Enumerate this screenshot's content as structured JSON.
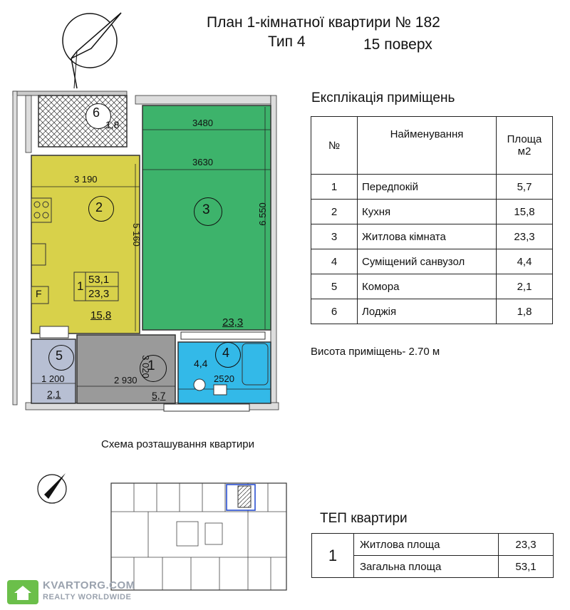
{
  "header": {
    "line1": "План 1-кімнатної квартири № 182",
    "type": "Тип 4",
    "floor": "15 поверх"
  },
  "explication": {
    "title": "Експлікація приміщень",
    "col_no": "№",
    "col_name": "Найменування",
    "col_area": "Площа м2",
    "rows": [
      {
        "no": "1",
        "name": "Передпокій",
        "area": "5,7"
      },
      {
        "no": "2",
        "name": "Кухня",
        "area": "15,8"
      },
      {
        "no": "3",
        "name": "Житлова кімната",
        "area": "23,3"
      },
      {
        "no": "4",
        "name": "Суміщений санвузол",
        "area": "4,4"
      },
      {
        "no": "5",
        "name": "Комора",
        "area": "2,1"
      },
      {
        "no": "6",
        "name": "Лоджія",
        "area": "1,8"
      }
    ]
  },
  "height_note": "Висота приміщень- 2.70 м",
  "scheme_caption": "Схема розташування квартири",
  "tep": {
    "title": "ТЕП квартири",
    "no": "1",
    "rows": [
      {
        "name": "Житлова площа",
        "value": "23,3"
      },
      {
        "name": "Загальна площа",
        "value": "53,1"
      }
    ]
  },
  "plan": {
    "rooms": [
      {
        "num": "6",
        "area": "1,8",
        "color": "#ffffff"
      },
      {
        "num": "2",
        "area": "15,8",
        "color": "#d8d14a"
      },
      {
        "num": "3",
        "area": "23,3",
        "color": "#3db36b"
      },
      {
        "num": "5",
        "area": "2,1",
        "color": "#b7bfd3"
      },
      {
        "num": "1",
        "area": "5,7",
        "color": "#9a9a9a"
      },
      {
        "num": "4",
        "area": "4,4",
        "color": "#33b9e8"
      }
    ],
    "dims": {
      "d3480": "3480",
      "d3630": "3630",
      "d3190": "3 190",
      "d5160": "5 160",
      "d6550": "6 550",
      "d1200": "1 200",
      "d2930": "2 930",
      "d3020": "3 020",
      "d2520": "2520"
    },
    "summary": {
      "apt": "1",
      "total": "53,1",
      "living": "23,3"
    },
    "fridge_label": "F"
  },
  "watermark": {
    "site": "KVARTORG.COM",
    "tagline": "REALTY WORLDWIDE"
  }
}
